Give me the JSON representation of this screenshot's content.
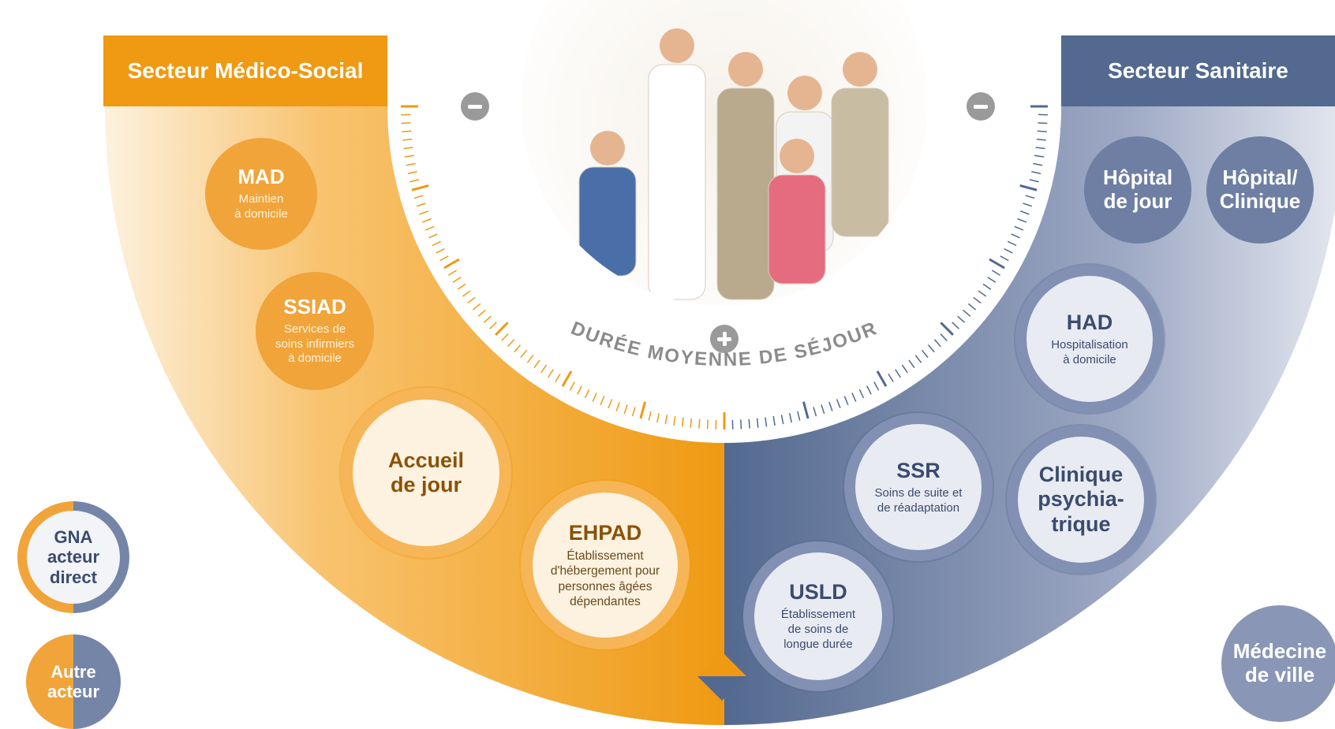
{
  "headers": {
    "left": "Secteur Médico-Social",
    "right": "Secteur Sanitaire"
  },
  "arc_label": "DURÉE MOYENNE DE SÉJOUR",
  "colors": {
    "medico_social": "#ef9a12",
    "sanitaire": "#53698f"
  },
  "nodes": {
    "mad": {
      "title": "MAD",
      "sub": [
        "Maintien",
        "à domicile"
      ]
    },
    "ssiad": {
      "title": "SSIAD",
      "sub": [
        "Services de",
        "soins infirmiers",
        "à domicile"
      ]
    },
    "accueil": {
      "title": [
        "Accueil",
        "de jour"
      ]
    },
    "ehpad": {
      "title": "EHPAD",
      "sub": [
        "Établissement",
        "d'hébergement pour",
        "personnes âgées",
        "dépendantes"
      ]
    },
    "hopital_jour": {
      "title": [
        "Hôpital",
        "de jour"
      ]
    },
    "hopital_clinique": {
      "title": [
        "Hôpital/",
        "Clinique"
      ]
    },
    "had": {
      "title": "HAD",
      "sub": [
        "Hospitalisation",
        "à domicile"
      ]
    },
    "ssr": {
      "title": "SSR",
      "sub": [
        "Soins de suite et",
        "de réadaptation"
      ]
    },
    "clinique_psy": {
      "title": [
        "Clinique",
        "psychia-",
        "trique"
      ]
    },
    "usld": {
      "title": "USLD",
      "sub": [
        "Établissement",
        "de soins de",
        "longue durée"
      ]
    },
    "medecine": {
      "title": [
        "Médecine",
        "de ville"
      ]
    }
  },
  "legend": {
    "gna": [
      "GNA",
      "acteur",
      "direct"
    ],
    "autre": [
      "Autre",
      "acteur"
    ]
  },
  "icons": {
    "minus_left": "minus-icon",
    "minus_right": "minus-icon",
    "plus": "plus-icon",
    "photo": "family-photo"
  }
}
